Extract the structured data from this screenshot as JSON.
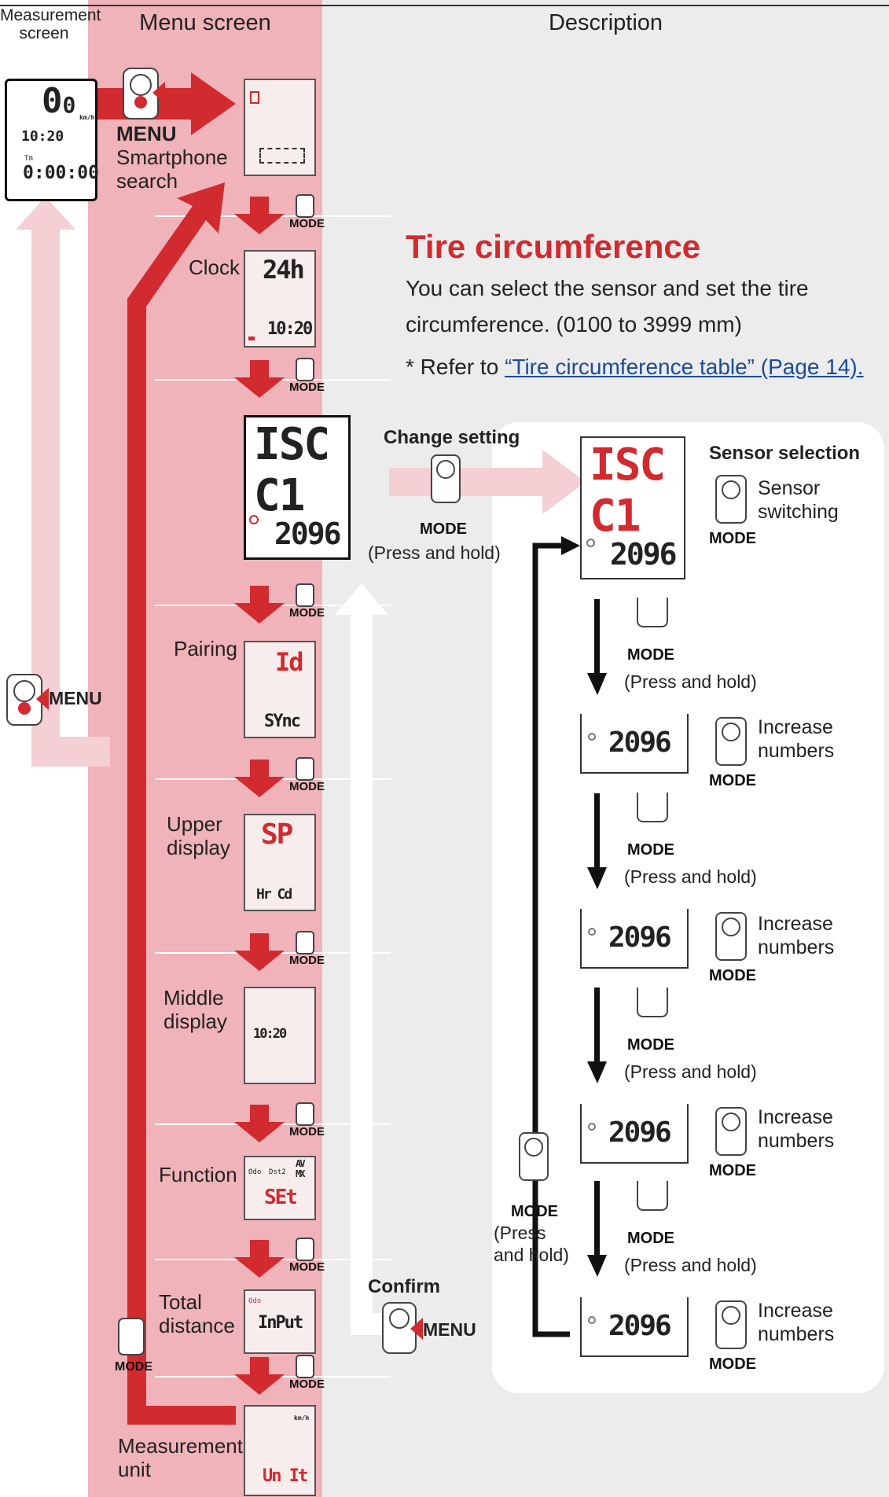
{
  "headers": {
    "measurement_screen": [
      "Measurement",
      "screen"
    ],
    "menu_screen": "Menu screen",
    "description": "Description"
  },
  "measurement_lcd": {
    "speed": "0",
    "speed_decimal": "0",
    "unit": "km/h",
    "clock": "10:20",
    "tm_label": "Tm",
    "time": "0:00:00"
  },
  "buttons": {
    "menu": "MENU",
    "mode": "MODE",
    "press_hold": "(Press and hold)"
  },
  "menu_items": [
    {
      "label": [
        "MENU",
        "Smartphone",
        "search"
      ]
    },
    {
      "label": [
        "Clock"
      ],
      "top": "24h",
      "bottom": "10:20"
    },
    {
      "label": [],
      "top": "ISC C1",
      "bottom": "2096"
    },
    {
      "label": [
        "Pairing"
      ],
      "top": "Id",
      "bottom": "SYnc"
    },
    {
      "label": [
        "Upper",
        "display"
      ],
      "top": "SP",
      "bottom": "Hr Cd"
    },
    {
      "label": [
        "Middle",
        "display"
      ],
      "mid": "10:20"
    },
    {
      "label": [
        "Function"
      ],
      "top": "AV MX",
      "mid": "SEt",
      "small": [
        "Odo",
        "Dst2"
      ]
    },
    {
      "label": [
        "Total",
        "distance"
      ],
      "top": "InPut",
      "small": [
        "Odo"
      ]
    },
    {
      "label": [
        "Measurement",
        "unit"
      ],
      "top": "km/h",
      "bottom": "Un It"
    }
  ],
  "description": {
    "title": "Tire circumference",
    "text1": "You can select the sensor and set the tire",
    "text2": "circumference. (0100 to 3999 mm)",
    "note_prefix": "* Refer to ",
    "note_link": "“Tire circumference table” (Page 14).",
    "change_setting": "Change setting",
    "confirm": "Confirm",
    "sensor_selection": "Sensor selection",
    "sensor_switching": [
      "Sensor",
      "switching"
    ],
    "increase_numbers": [
      "Increase",
      "numbers"
    ],
    "press_hold_split": [
      "(Press",
      "and hold)"
    ],
    "steps_values": [
      "2096",
      "2096",
      "2096",
      "2096",
      "2096"
    ]
  },
  "colors": {
    "menu_bg": "#f0b3b9",
    "desc_bg": "#ececec",
    "red": "#d12a2f",
    "light_arrow": "#f4cfd3"
  }
}
